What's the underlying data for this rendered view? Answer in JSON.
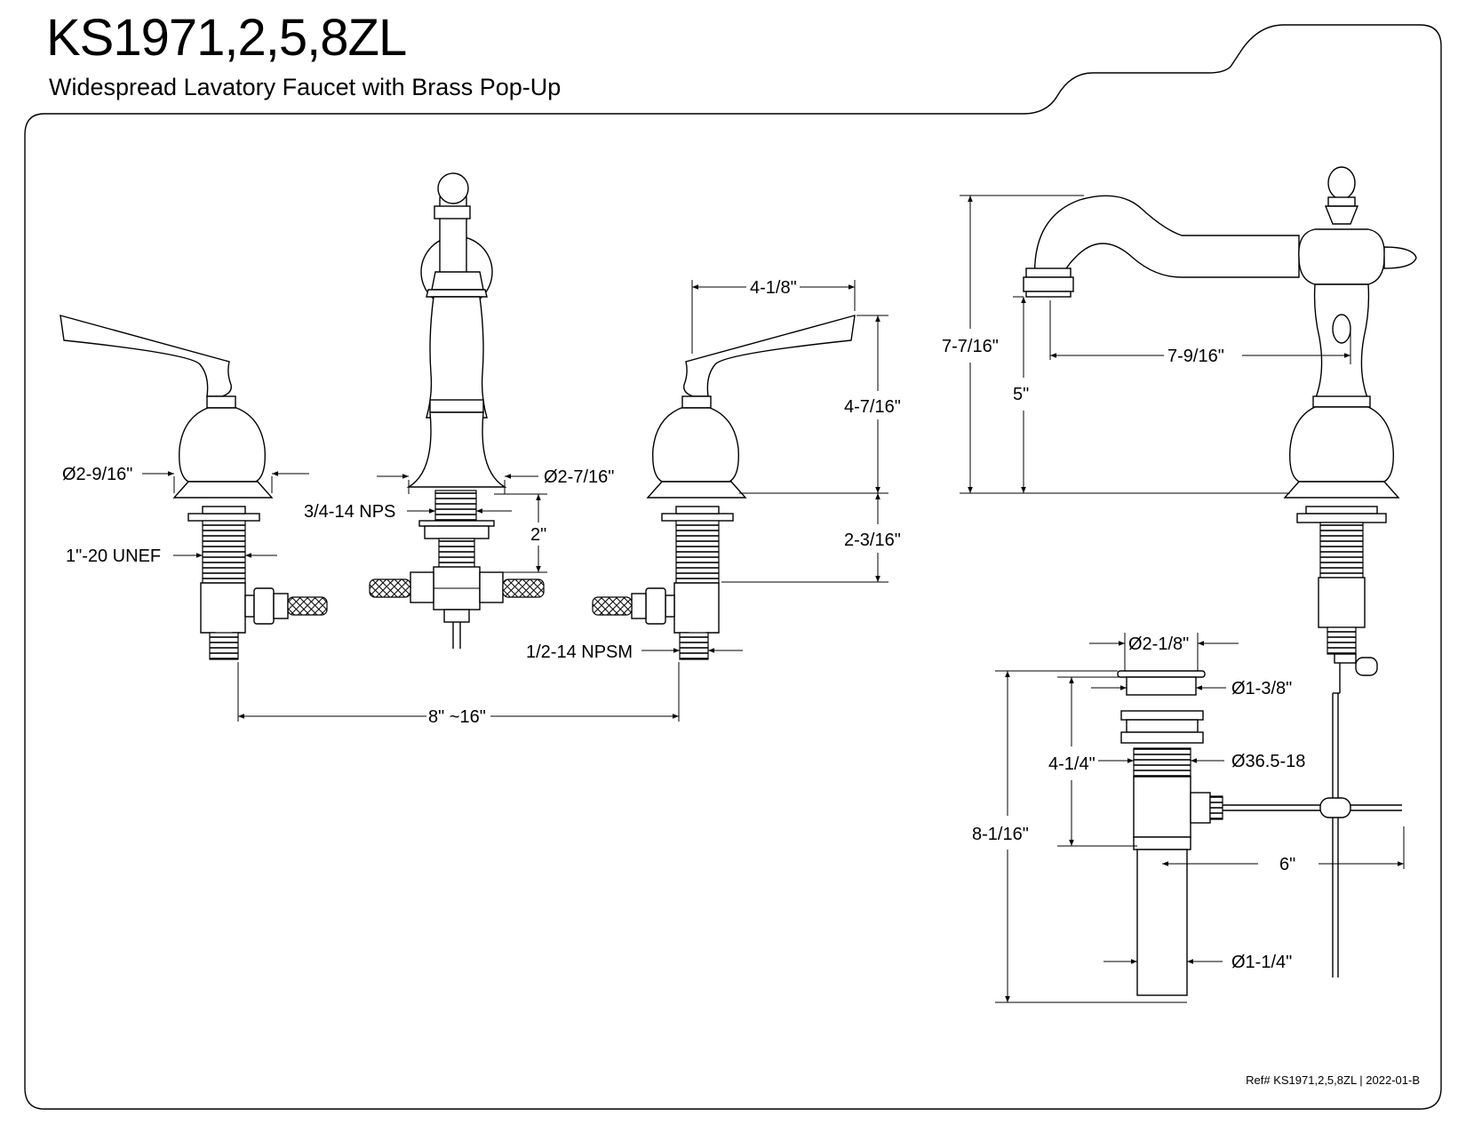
{
  "header": {
    "model": "KS1971,2,5,8ZL",
    "description": "Widespread Lavatory Faucet with Brass Pop-Up"
  },
  "dimensions": {
    "handle_flange_dia": "Ø2-9/16\"",
    "handle_shank_thread": "1\"-20 UNEF",
    "spout_shank_thread": "3/4-14 NPS",
    "spout_flange_dia": "Ø2-7/16\"",
    "spout_shank_length": "2\"",
    "handle_width": "4-1/8\"",
    "handle_height": "4-7/16\"",
    "shank_length": "2-3/16\"",
    "inlet_thread": "1/2-14 NPSM",
    "center_spread": "8\" ~16\"",
    "overall_height": "7-7/16\"",
    "spout_height": "5\"",
    "spout_reach": "7-9/16\"",
    "popup_flange_dia": "Ø2-1/8\"",
    "popup_cap_dia": "Ø1-3/8\"",
    "popup_upper_length": "4-1/4\"",
    "popup_thread": "Ø36.5-18",
    "popup_overall_length": "8-1/16\"",
    "rod_length": "6\"",
    "tailpiece_dia": "Ø1-1/4\""
  },
  "footer": {
    "reference": "Ref# KS1971,2,5,8ZL | 2022-01-B"
  }
}
